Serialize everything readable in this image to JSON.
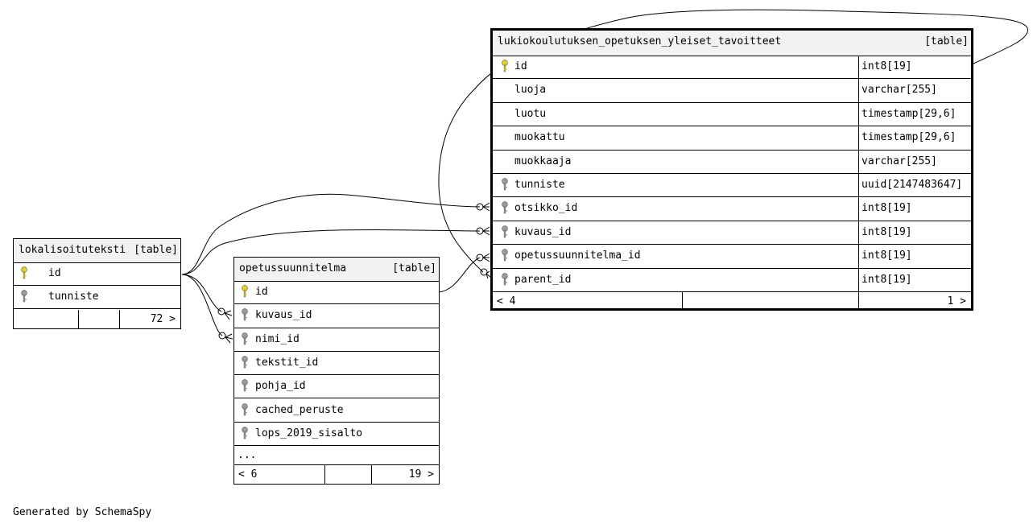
{
  "tables": {
    "lukio": {
      "name": "lukiokoulutuksen_opetuksen_yleiset_tavoitteet",
      "type": "[table]",
      "columns": [
        {
          "name": "id",
          "type": "int8[19]",
          "key": "primary"
        },
        {
          "name": "luoja",
          "type": "varchar[255]",
          "key": "none"
        },
        {
          "name": "luotu",
          "type": "timestamp[29,6]",
          "key": "none"
        },
        {
          "name": "muokattu",
          "type": "timestamp[29,6]",
          "key": "none"
        },
        {
          "name": "muokkaaja",
          "type": "varchar[255]",
          "key": "none"
        },
        {
          "name": "tunniste",
          "type": "uuid[2147483647]",
          "key": "index"
        },
        {
          "name": "otsikko_id",
          "type": "int8[19]",
          "key": "index"
        },
        {
          "name": "kuvaus_id",
          "type": "int8[19]",
          "key": "index"
        },
        {
          "name": "opetussuunnitelma_id",
          "type": "int8[19]",
          "key": "index"
        },
        {
          "name": "parent_id",
          "type": "int8[19]",
          "key": "index"
        }
      ],
      "footer": {
        "parents": "< 4",
        "children": "1 >"
      }
    },
    "lokalisoituteksti": {
      "name": "lokalisoituteksti",
      "type": "[table]",
      "columns": [
        {
          "name": "id",
          "key": "primary"
        },
        {
          "name": "tunniste",
          "key": "index"
        }
      ],
      "footer": {
        "children": "72 >"
      }
    },
    "opetussuunnitelma": {
      "name": "opetussuunnitelma",
      "type": "[table]",
      "columns": [
        {
          "name": "id",
          "key": "primary"
        },
        {
          "name": "kuvaus_id",
          "key": "index"
        },
        {
          "name": "nimi_id",
          "key": "index"
        },
        {
          "name": "tekstit_id",
          "key": "index"
        },
        {
          "name": "pohja_id",
          "key": "index"
        },
        {
          "name": "cached_peruste",
          "key": "index"
        },
        {
          "name": "lops_2019_sisalto",
          "key": "index"
        }
      ],
      "more": "...",
      "footer": {
        "parents": "< 6",
        "children": "19 >"
      }
    }
  },
  "colors": {
    "primary_key": "#e6d21c",
    "index_key": "#9a9a9a",
    "header_bg": "#f2f2f2"
  },
  "footer_text": "Generated by SchemaSpy"
}
